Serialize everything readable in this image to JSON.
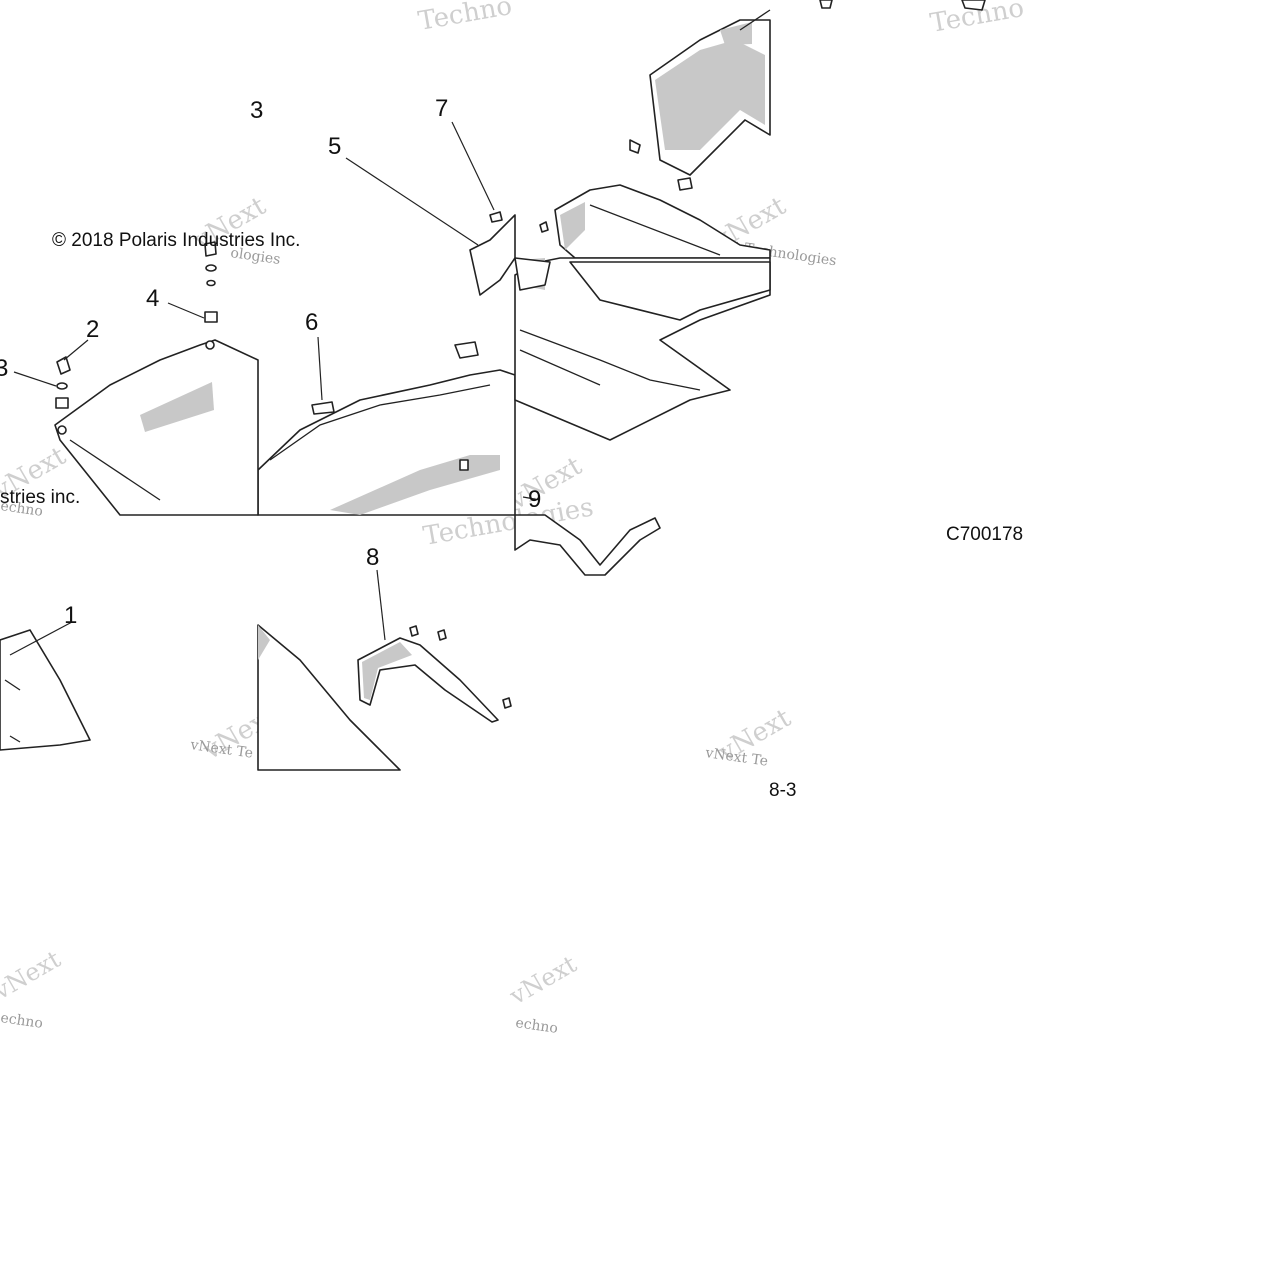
{
  "diagram": {
    "copyright": "© 2018 Polaris Industries Inc.",
    "copyright_fragment": "stries inc.",
    "fig_code": "C700178",
    "page_number": "8-3",
    "callouts": [
      "1",
      "2",
      "3",
      "4",
      "5",
      "6",
      "7",
      "8",
      "9"
    ],
    "callout_fragment_3": "3",
    "watermark_main": "vNext Technologies",
    "watermark_fragments": {
      "tech": "Techno",
      "vnext": "vNext",
      "technologies": "Technologies",
      "ologies": "ologies",
      "echno": "echno",
      "techn": "Techn",
      "vnext_te": "vNext Te"
    },
    "colors": {
      "line": "#222222",
      "shade": "#c8c8c8",
      "watermark": "#cfcfcf"
    }
  }
}
